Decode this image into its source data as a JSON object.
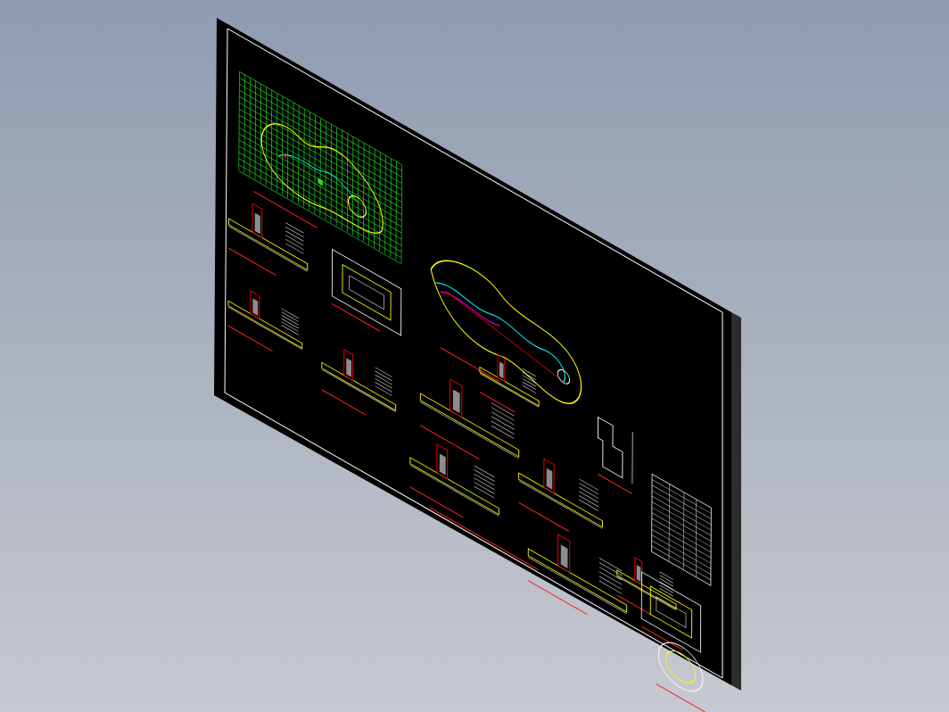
{
  "viewport": {
    "background_top": "#8e9bb0",
    "background_bottom": "#c7c9d0"
  },
  "sheet": {
    "background": "#000000",
    "frame_color": "#ffffff",
    "edge_color": "#2c2c2c",
    "projection": "isometric"
  },
  "drawing": {
    "colors": {
      "grid": "#22dd22",
      "yellow": "#ffff00",
      "white": "#ffffff",
      "red": "#ff0000",
      "cyan": "#00ffff",
      "magenta": "#ff00ff",
      "label_rule": "#ff2020"
    },
    "panels": [
      "site-grid-plan",
      "waterway-plan",
      "section-detail-a",
      "section-detail-b",
      "plan-detail-a",
      "section-detail-c",
      "section-detail-d",
      "section-detail-e",
      "section-detail-f",
      "section-detail-g",
      "section-detail-h",
      "section-detail-i",
      "elevation-detail",
      "material-table",
      "plan-detail-b",
      "circular-pool-detail"
    ]
  }
}
